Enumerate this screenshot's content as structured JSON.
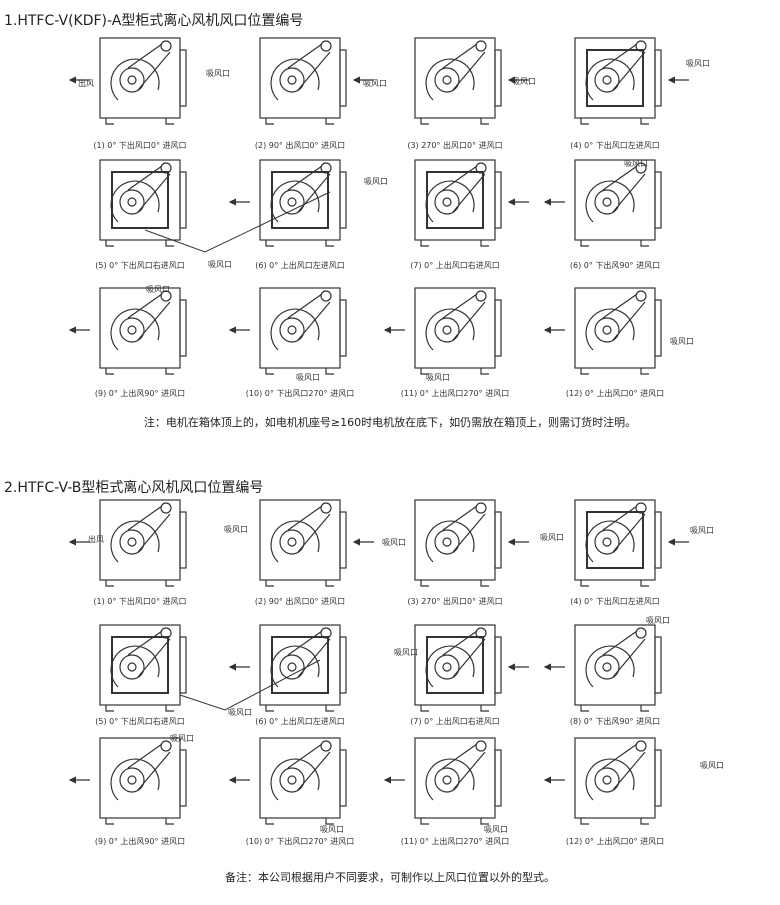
{
  "section1": {
    "title": "1.HTFC-V(KDF)-A型柜式离心风机风口位置编号",
    "note": "注：电机在箱体顶上的，如电机机座号≥160时电机放在底下，如仍需放在箱顶上，则需订货时注明。",
    "captions": [
      "(1) 0° 下出风口0° 进风口",
      "(2) 90° 出风口0° 进风口",
      "(3) 270° 出风口0° 进风口",
      "(4) 0° 下出风口左进风口",
      "(5) 0° 下出风口右进风口",
      "(6) 0° 上出风口左进风口",
      "(7) 0° 上出风口右进风口",
      "(6) 0° 下出风90° 进风口",
      "(9) 0° 上出风90° 进风口",
      "(10) 0° 下出风口270° 进风口",
      "(11) 0° 上出风口270° 进风口",
      "(12) 0° 上出风口0° 进风口"
    ]
  },
  "section2": {
    "title": "2.HTFC-V-B型柜式离心风机风口位置编号",
    "note": "备注：本公司根据用户不同要求，可制作以上风口位置以外的型式。",
    "captions": [
      "(1) 0° 下出风口0° 进风口",
      "(2) 90° 出风口0° 进风口",
      "(3) 270° 出风口0° 进风口",
      "(4) 0° 下出风口左进风口",
      "(5) 0° 下出风口右进风口",
      "(6) 0° 上出风口左进风口",
      "(7) 0° 上出风口右进风口",
      "(8) 0° 下出风90° 进风口",
      "(9) 0° 上出风90° 进风口",
      "(10) 0° 下出风口270° 进风口",
      "(11) 0° 上出风口270° 进风口",
      "(12) 0° 上出风口0° 进风口"
    ]
  },
  "labels": {
    "outlet": "出风",
    "inlet": "吸风口"
  }
}
